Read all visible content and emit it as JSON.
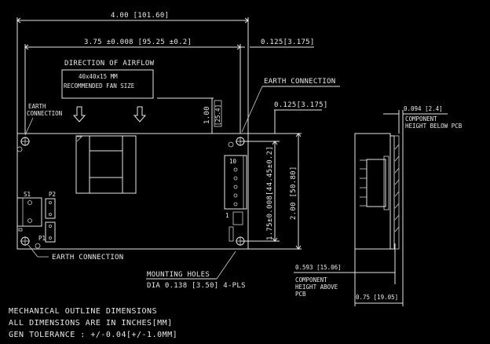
{
  "drawing": {
    "dimensions": {
      "overall_width": "4.00 [101.60]",
      "hole_spacing_width": "3.75 ±0.008 [95.25 ±0.2]",
      "edge_offset_top": "0.125[3.175]",
      "edge_offset_side": "0.125[3.175]",
      "fan_offset": "1.00",
      "fan_offset_mm": "[25.4]",
      "hole_spacing_height": "1.75±0.008[44.45±0.2]",
      "overall_height": "2.00 [50.80]",
      "height_below_pcb": "0.094 [2.4]",
      "height_above_pcb": "0.593 [15.06]",
      "total_height": "0.75 [19.05]"
    },
    "labels": {
      "airflow_title": "DIRECTION OF AIRFLOW",
      "fan_size_line1": "40x40x15 MM",
      "fan_size_line2": "RECOMMENDED FAN SIZE",
      "earth_top_right": "EARTH CONNECTION",
      "earth_top_left_1": "EARTH",
      "earth_top_left_2": "CONNECTION",
      "earth_bottom": "EARTH CONNECTION",
      "mounting_holes": "MOUNTING HOLES",
      "mounting_holes_dia": "DIA 0.138 [3.50] 4-PLS",
      "below_pcb_1": "COMPONENT",
      "below_pcb_2": "HEIGHT BELOW PCB",
      "above_pcb_1": "COMPONENT",
      "above_pcb_2": "HEIGHT ABOVE",
      "above_pcb_3": "PCB",
      "conn_p2": "P2",
      "conn_p1": "P1",
      "conn_s1": "S1",
      "conn_pin10": "10",
      "conn_pin1": "1"
    },
    "notes": [
      "MECHANICAL OUTLINE DIMENSIONS",
      "ALL DIMENSIONS ARE IN INCHES[MM]",
      "GEN TOLERANCE : +/-0.04[+/-1.0MM]"
    ]
  }
}
